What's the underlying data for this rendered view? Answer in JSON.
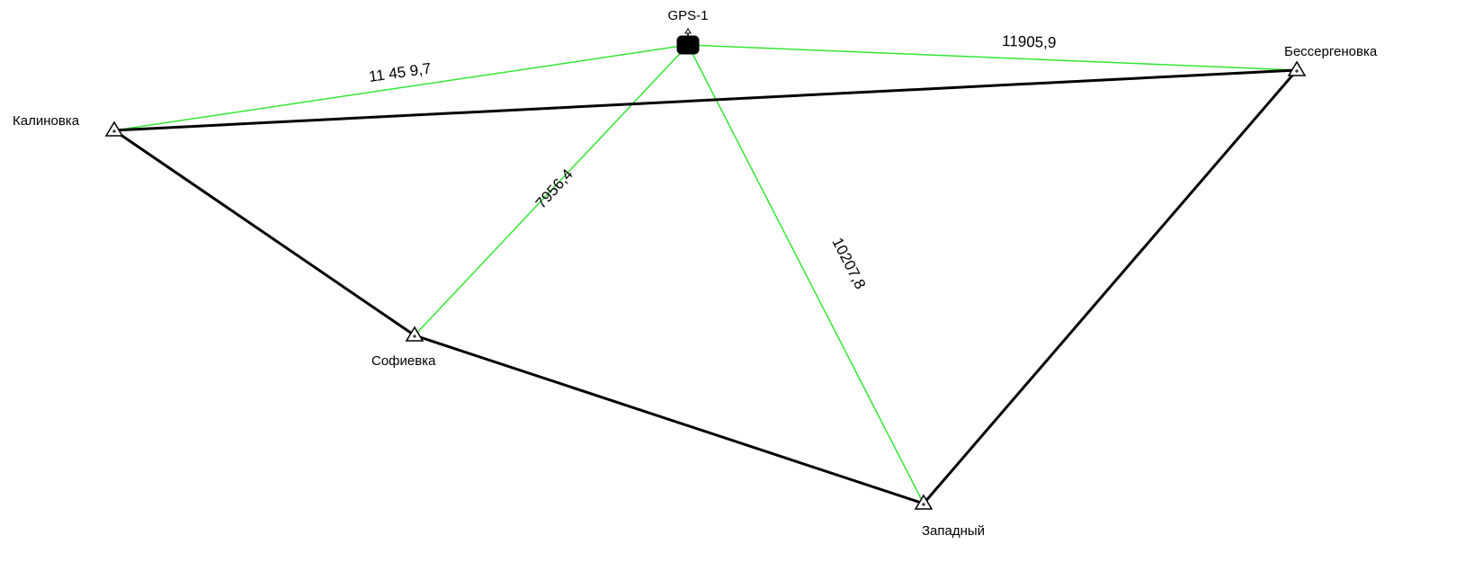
{
  "gps_point": {
    "label": "GPS-1",
    "icon": "gps-receiver-icon"
  },
  "stations": [
    {
      "id": "kalinovka",
      "label": "Калиновка",
      "icon": "triangulation-point-icon"
    },
    {
      "id": "bessergenovka",
      "label": "Бессергеновка",
      "icon": "triangulation-point-icon"
    },
    {
      "id": "sofievka",
      "label": "Софиевка",
      "icon": "triangulation-point-icon"
    },
    {
      "id": "zapadny",
      "label": "Западный",
      "icon": "triangulation-point-icon"
    }
  ],
  "gps_baselines": [
    {
      "to": "kalinovka",
      "distance": "11 45 9,7"
    },
    {
      "to": "bessergenovka",
      "distance": "11905,9"
    },
    {
      "to": "sofievka",
      "distance": "7956,4"
    },
    {
      "to": "zapadny",
      "distance": "10207,8"
    }
  ],
  "network_edges": [
    {
      "from": "kalinovka",
      "to": "bessergenovka"
    },
    {
      "from": "kalinovka",
      "to": "sofievka"
    },
    {
      "from": "sofievka",
      "to": "zapadny"
    },
    {
      "from": "zapadny",
      "to": "bessergenovka"
    }
  ],
  "colors": {
    "baseline": "#33e633",
    "network": "#000000",
    "station_fill": "#ffffff",
    "gps_fill": "#000000"
  }
}
